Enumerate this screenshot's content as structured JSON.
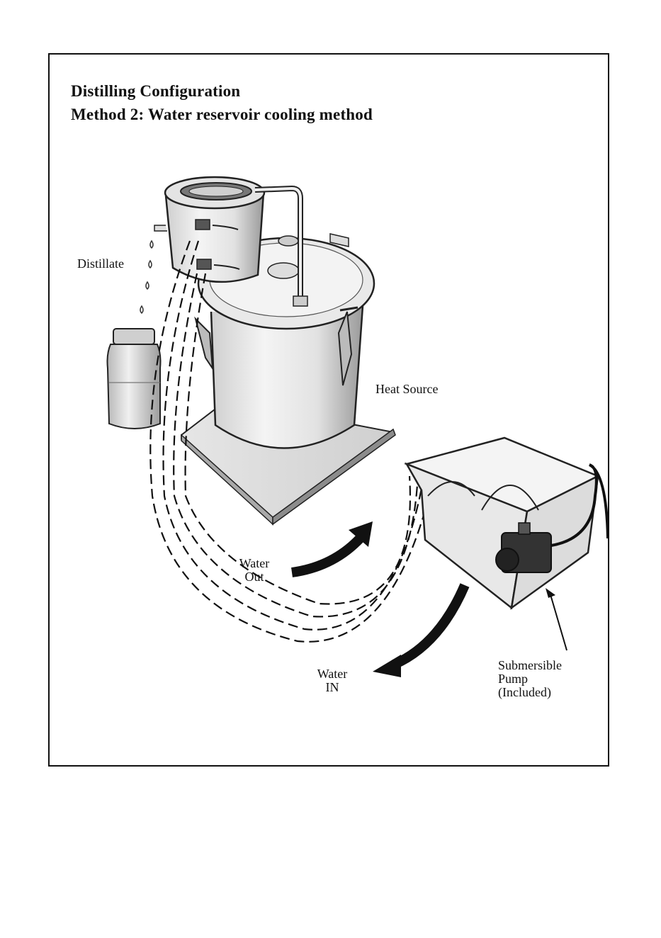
{
  "title": {
    "line1": "Distilling Configuration",
    "line2": "Method 2: Water reservoir cooling method"
  },
  "labels": {
    "distillate": "Distillate",
    "heat_source": "Heat Source",
    "water_out": [
      "Water",
      "Out"
    ],
    "water_in": [
      "Water",
      "IN"
    ],
    "pump": [
      "Submersible",
      "Pump",
      "(Included)"
    ]
  }
}
